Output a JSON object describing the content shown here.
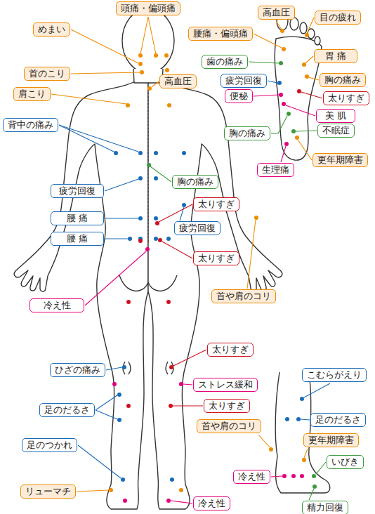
{
  "diagram": {
    "nodes": [
      {
        "text": [
          "頭痛・偏頭痛"
        ]
      },
      {
        "text": [
          "高血圧"
        ]
      },
      {
        "text": [
          "目の疲れ"
        ]
      },
      {
        "text": [
          "めまい"
        ]
      },
      {
        "text": [
          "腰痛・偏頭痛"
        ]
      },
      {
        "text": [
          "胃 痛"
        ]
      },
      {
        "text": [
          "歯の痛み"
        ]
      },
      {
        "text": [
          "首のこり"
        ]
      },
      {
        "text": [
          "高血圧"
        ]
      },
      {
        "text": [
          "疲労回復"
        ]
      },
      {
        "text": [
          "胸の痛み"
        ]
      },
      {
        "text": [
          "便秘"
        ]
      },
      {
        "text": [
          "太りすぎ"
        ]
      },
      {
        "text": [
          "肩こり"
        ]
      },
      {
        "text": [
          "美 肌"
        ]
      },
      {
        "text": [
          "背中の痛み"
        ]
      },
      {
        "text": [
          "胸の痛み"
        ]
      },
      {
        "text": [
          "不眠症"
        ]
      },
      {
        "text": [
          "更年期障害"
        ]
      },
      {
        "text": [
          "生理痛"
        ]
      },
      {
        "text": [
          "胸の痛み"
        ]
      },
      {
        "text": [
          "疲労回復"
        ]
      },
      {
        "text": [
          "太りすぎ"
        ]
      },
      {
        "text": [
          "腰 痛"
        ]
      },
      {
        "text": [
          "疲労回復"
        ]
      },
      {
        "text": [
          "腰 痛"
        ]
      },
      {
        "text": [
          "太りすぎ"
        ]
      },
      {
        "text": [
          "冷え性"
        ]
      },
      {
        "text": [
          "首や肩のコリ"
        ]
      },
      {
        "text": [
          "太りすぎ"
        ]
      },
      {
        "text": [
          "ひざの痛み"
        ]
      },
      {
        "text": [
          "こむらがえり"
        ]
      },
      {
        "text": [
          "ストレス緩和"
        ]
      },
      {
        "text": [
          "足のだるさ"
        ]
      },
      {
        "text": [
          "太りすぎ"
        ]
      },
      {
        "text": [
          "足のだるさ"
        ]
      },
      {
        "text": [
          "首や肩のコリ"
        ]
      },
      {
        "text": [
          "足のつかれ"
        ]
      },
      {
        "text": [
          "更年期障害"
        ]
      },
      {
        "text": [
          "いびき"
        ]
      },
      {
        "text": [
          "冷え性"
        ]
      },
      {
        "text": [
          "リューマチ"
        ]
      },
      {
        "text": [
          "冷え性"
        ]
      },
      {
        "text": [
          "精力回復"
        ]
      }
    ]
  }
}
